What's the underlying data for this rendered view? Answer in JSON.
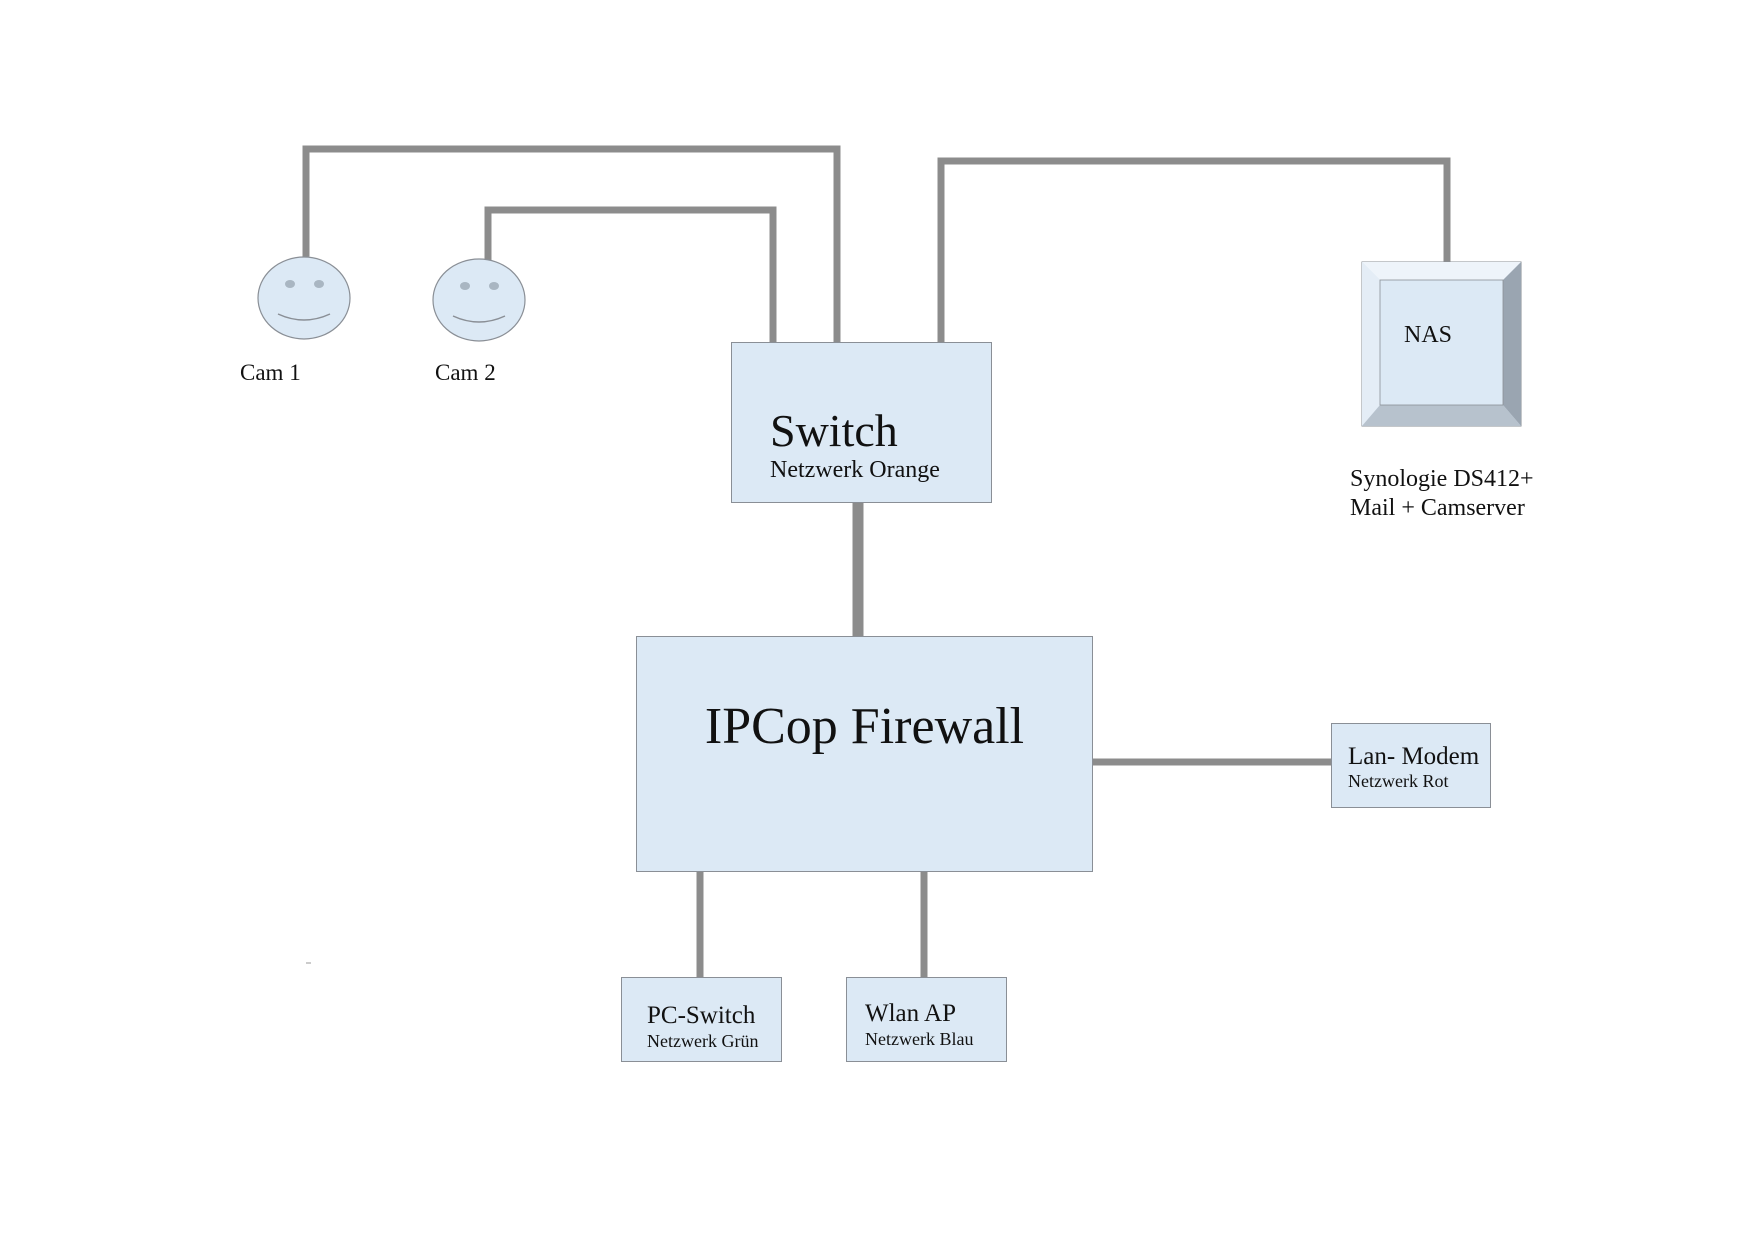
{
  "diagram": {
    "switch": {
      "title": "Switch",
      "subtitle": "Netzwerk Orange"
    },
    "firewall": {
      "title": "IPCop Firewall"
    },
    "modem": {
      "title": "Lan- Modem",
      "subtitle": "Netzwerk Rot"
    },
    "pc_switch": {
      "title": "PC-Switch",
      "subtitle": "Netzwerk Grün"
    },
    "wlan": {
      "title": "Wlan AP",
      "subtitle": "Netzwerk Blau"
    },
    "nas": {
      "label": "NAS",
      "description_line1": "Synologie DS412+",
      "description_line2": "Mail + Camserver"
    },
    "cams": [
      {
        "label": "Cam 1"
      },
      {
        "label": "Cam 2"
      }
    ]
  },
  "colors": {
    "box_fill": "#dce9f5",
    "box_border": "#8a8f96",
    "connector": "#8c8c8c",
    "nas_top": "#dce9f5",
    "nas_bevel_light": "#eef4fa",
    "nas_bevel_dark": "#9aa5b1"
  }
}
